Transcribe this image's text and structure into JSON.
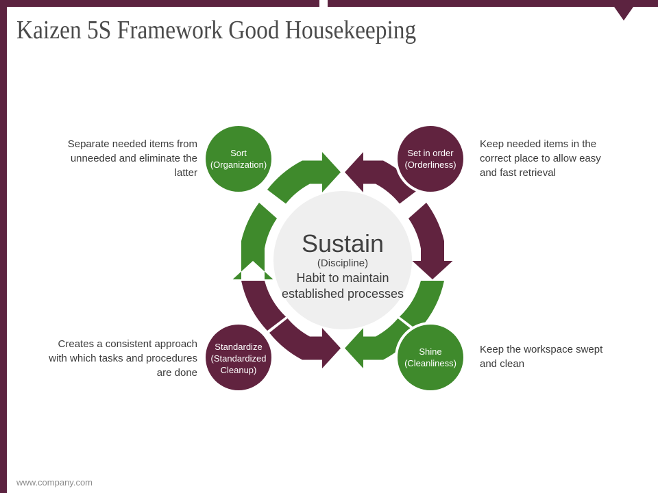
{
  "slide": {
    "title": "Kaizen 5S Framework Good Housekeeping",
    "footer": "www.company.com",
    "accent_color": "#5c2340",
    "green_color": "#3f8a2c",
    "maroon_color": "#61233f",
    "center_circle_color": "#efefef",
    "background": "#ffffff"
  },
  "diagram": {
    "type": "cycle",
    "direction": "clockwise",
    "center": {
      "title": "Sustain",
      "subtitle": "(Discipline)",
      "description_line1": "Habit to maintain",
      "description_line2": "established processes"
    },
    "nodes": [
      {
        "id": "sort",
        "position": "top-left",
        "label_line1": "Sort",
        "label_line2": "(Organization)",
        "color": "#3f8a2c",
        "caption_line1": "Separate needed items from",
        "caption_line2": "unneeded and eliminate the",
        "caption_line3": "latter"
      },
      {
        "id": "set-in-order",
        "position": "top-right",
        "label_line1": "Set in order",
        "label_line2": "(Orderliness)",
        "color": "#61233f",
        "caption_line1": "Keep needed items in the",
        "caption_line2": "correct place to allow easy",
        "caption_line3": "and fast retrieval"
      },
      {
        "id": "standardize",
        "position": "bottom-left",
        "label_line1": "Standardize",
        "label_line2": "(Standardized",
        "label_line3": "Cleanup)",
        "color": "#61233f",
        "caption_line1": "Creates a consistent approach",
        "caption_line2": "with which tasks and procedures",
        "caption_line3": "are done"
      },
      {
        "id": "shine",
        "position": "bottom-right",
        "label_line1": "Shine",
        "label_line2": "(Cleanliness)",
        "color": "#3f8a2c",
        "caption_line1": "Keep the workspace swept",
        "caption_line2": "and clean"
      }
    ],
    "arrows": [
      {
        "id": "arrow-top-left",
        "from": "sort",
        "to": "top-center",
        "color": "#3f8a2c"
      },
      {
        "id": "arrow-top-right",
        "from": "top-center",
        "to": "set-in-order",
        "color": "#61233f"
      },
      {
        "id": "arrow-right",
        "from": "set-in-order",
        "to": "shine",
        "color": "#61233f"
      },
      {
        "id": "arrow-bottom-right",
        "from": "shine",
        "to": "bottom-center",
        "color": "#3f8a2c"
      },
      {
        "id": "arrow-bottom-left",
        "from": "bottom-center",
        "to": "standardize",
        "color": "#61233f"
      },
      {
        "id": "arrow-left",
        "from": "standardize",
        "to": "sort",
        "color": "#3f8a2c"
      }
    ]
  }
}
